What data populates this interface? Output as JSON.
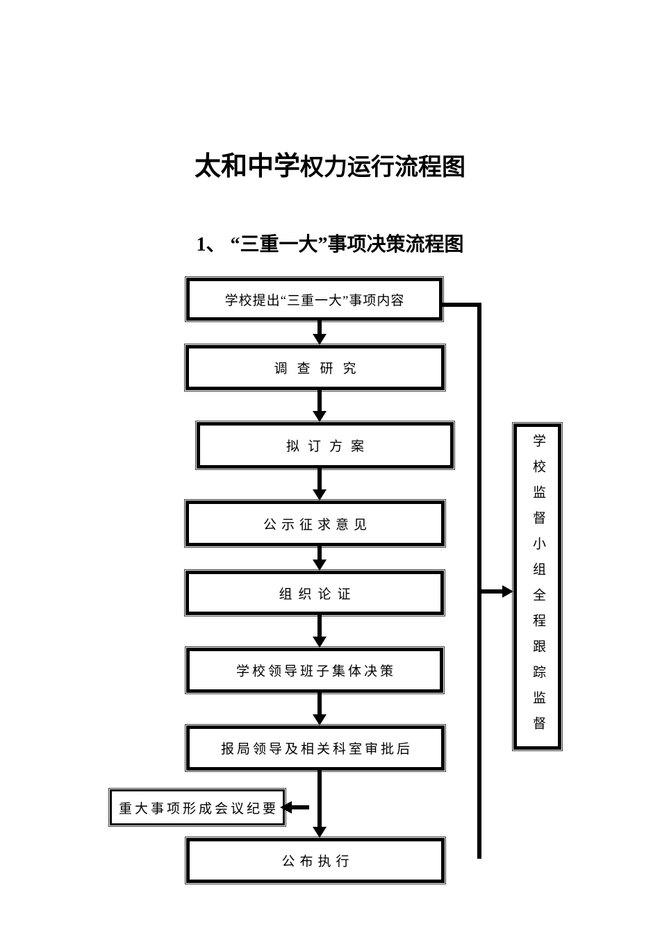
{
  "page": {
    "title_school": "太和中学",
    "title_rest": "权力运行流程图",
    "subtitle": "1、 “三重一大”事项决策流程图"
  },
  "flowchart": {
    "steps": [
      {
        "label": "学校提出“三重一大”事项内容"
      },
      {
        "label": "调查研究"
      },
      {
        "label": "拟订方案"
      },
      {
        "label": "公示征求意见"
      },
      {
        "label": "组织论证"
      },
      {
        "label": "学校领导班子集体决策"
      },
      {
        "label": "报局领导及相关科室审批后"
      },
      {
        "label": "公布执行"
      }
    ],
    "meeting_minutes_box": {
      "label": "重大事项形成会议纪要"
    },
    "supervision_box": {
      "label": "学校监督小组全程跟踪监督"
    }
  },
  "colors": {
    "ink": "#000000",
    "paper": "#ffffff"
  }
}
